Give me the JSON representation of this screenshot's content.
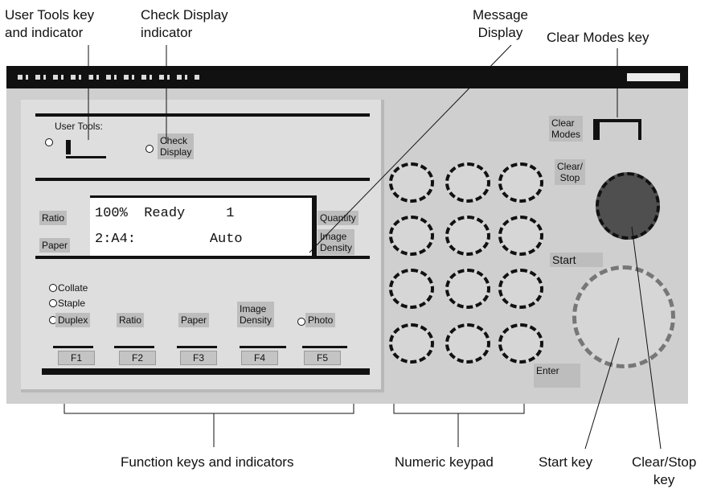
{
  "callouts": {
    "user_tools": "User Tools key\nand indicator",
    "check_display": "Check Display\nindicator",
    "message_display": "Message\nDisplay",
    "clear_modes": "Clear Modes key",
    "function_keys": "Function keys and indicators",
    "numeric_keypad": "Numeric keypad",
    "start_key": "Start key",
    "clear_stop_key": "Clear/Stop\nkey"
  },
  "panel": {
    "user_tools_label": "User Tools:",
    "check_display_label": "Check\nDisplay",
    "ratio_label": "Ratio",
    "paper_label": "Paper",
    "quantity_label": "Quantity",
    "image_density_label": "Image\nDensity",
    "display_line1": "100%  Ready     1",
    "display_line2": "2:A4:         Auto",
    "collate": "Collate",
    "staple": "Staple",
    "duplex": "Duplex",
    "fn_labels": [
      "Ratio",
      "Paper",
      "Image\nDensity",
      "Photo"
    ],
    "fn_keys": [
      "F1",
      "F2",
      "F3",
      "F4",
      "F5"
    ],
    "clear_modes_label": "Clear\nModes",
    "clear_stop_label": "Clear/\nStop",
    "start_label": "Start",
    "enter_label": "Enter"
  }
}
